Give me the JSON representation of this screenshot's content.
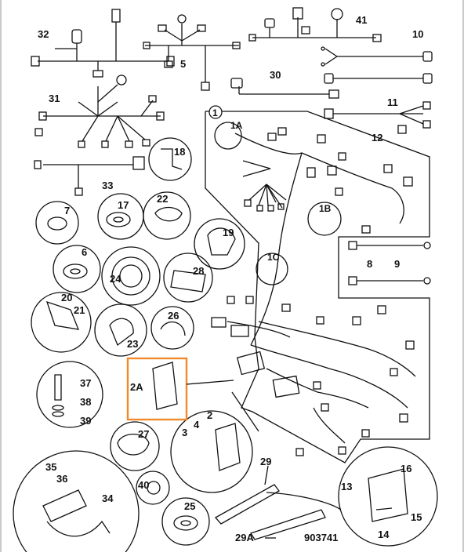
{
  "diagram": {
    "drawing_number": "903741",
    "highlight_color": "#f08a2c",
    "line_color": "#111111",
    "callouts": {
      "c1": "1",
      "c1A": "1A",
      "c1B": "1B",
      "c1C": "1C",
      "c2": "2",
      "c2A": "2A",
      "c3": "3",
      "c4": "4",
      "c5": "5",
      "c6": "6",
      "c7": "7",
      "c8": "8",
      "c9": "9",
      "c10": "10",
      "c11": "11",
      "c12": "12",
      "c13": "13",
      "c14": "14",
      "c15": "15",
      "c16": "16",
      "c17": "17",
      "c18": "18",
      "c19": "19",
      "c20": "20",
      "c21": "21",
      "c22": "22",
      "c23": "23",
      "c24": "24",
      "c25": "25",
      "c26": "26",
      "c27": "27",
      "c28": "28",
      "c29": "29",
      "c29A": "29A",
      "c30": "30",
      "c31": "31",
      "c32": "32",
      "c33": "33",
      "c34": "34",
      "c35": "35",
      "c36": "36",
      "c37": "37",
      "c38": "38",
      "c39": "39",
      "c40": "40",
      "c41": "41"
    }
  }
}
